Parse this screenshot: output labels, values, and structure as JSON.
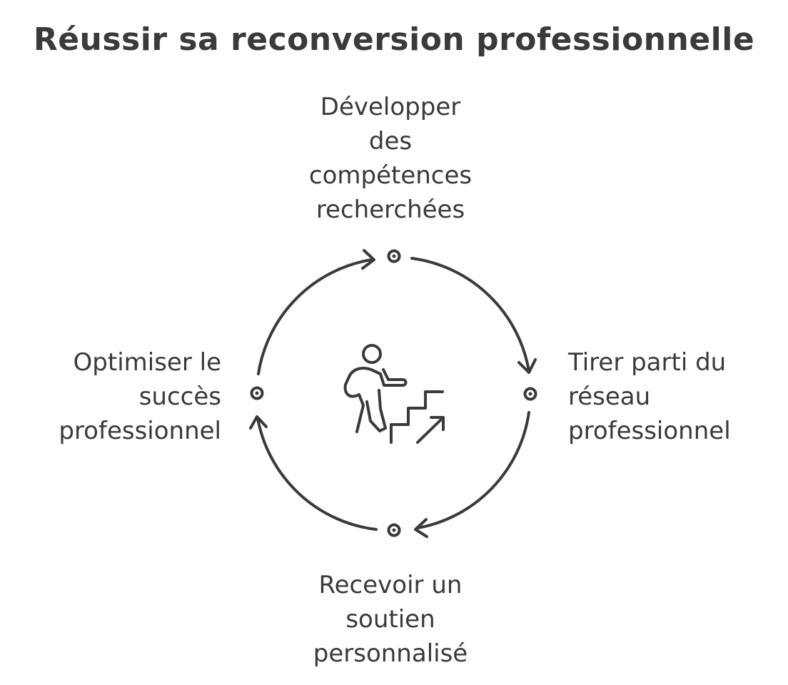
{
  "title": "Réussir sa reconversion professionnelle",
  "steps": [
    {
      "position": "top",
      "lines": [
        "Développer",
        "des",
        "compétences",
        "recherchées"
      ]
    },
    {
      "position": "right",
      "lines": [
        "Tirer parti du",
        "réseau",
        "professionnel"
      ]
    },
    {
      "position": "bottom",
      "lines": [
        "Recevoir un",
        "soutien",
        "personnalisé"
      ]
    },
    {
      "position": "left",
      "lines": [
        "Optimiser le",
        "succès",
        "professionnel"
      ]
    }
  ],
  "center_icon": "person-climbing-stairs-icon",
  "colors": {
    "ink": "#3a3a3a",
    "background": "#ffffff"
  }
}
